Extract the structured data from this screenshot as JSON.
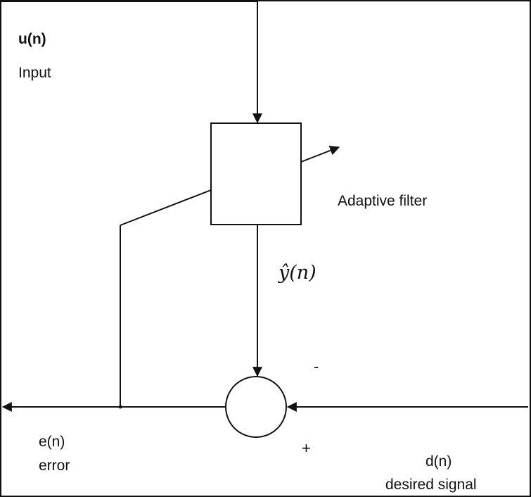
{
  "diagram": {
    "input_signal": "u(n)",
    "input_caption": "Input",
    "filter_caption": "Adaptive filter",
    "filter_output": "ŷ(n)",
    "minus_sign": "-",
    "plus_sign": "+",
    "error_signal": "e(n)",
    "error_caption": "error",
    "desired_signal": "d(n)",
    "desired_caption": "desired signal"
  }
}
